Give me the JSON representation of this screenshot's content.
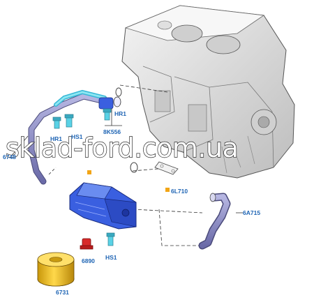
{
  "diagram": {
    "watermark": "sklad-ford.com.ua",
    "labels": [
      {
        "id": "6748",
        "text": "6748"
      },
      {
        "id": "hr1-top",
        "text": "HR1"
      },
      {
        "id": "hr1-left",
        "text": "HR1"
      },
      {
        "id": "hs1-left",
        "text": "HS1"
      },
      {
        "id": "8k556",
        "text": "8K556"
      },
      {
        "id": "6l710",
        "text": "6L710"
      },
      {
        "id": "6a715",
        "text": "6A715"
      },
      {
        "id": "6890",
        "text": "6890"
      },
      {
        "id": "hs1-bottom",
        "text": "HS1"
      },
      {
        "id": "6731",
        "text": "6731"
      }
    ]
  },
  "colors": {
    "label": "#1e64b4",
    "part_blue": "#3a5fe0",
    "part_cyan": "#5ad2e6",
    "part_lilac": "#8f8fc8",
    "filter_yellow": "#f2c21a",
    "plug_red": "#d82a2a",
    "marker_orange": "#f2a516",
    "engine_gray": "#d8d8d8"
  }
}
